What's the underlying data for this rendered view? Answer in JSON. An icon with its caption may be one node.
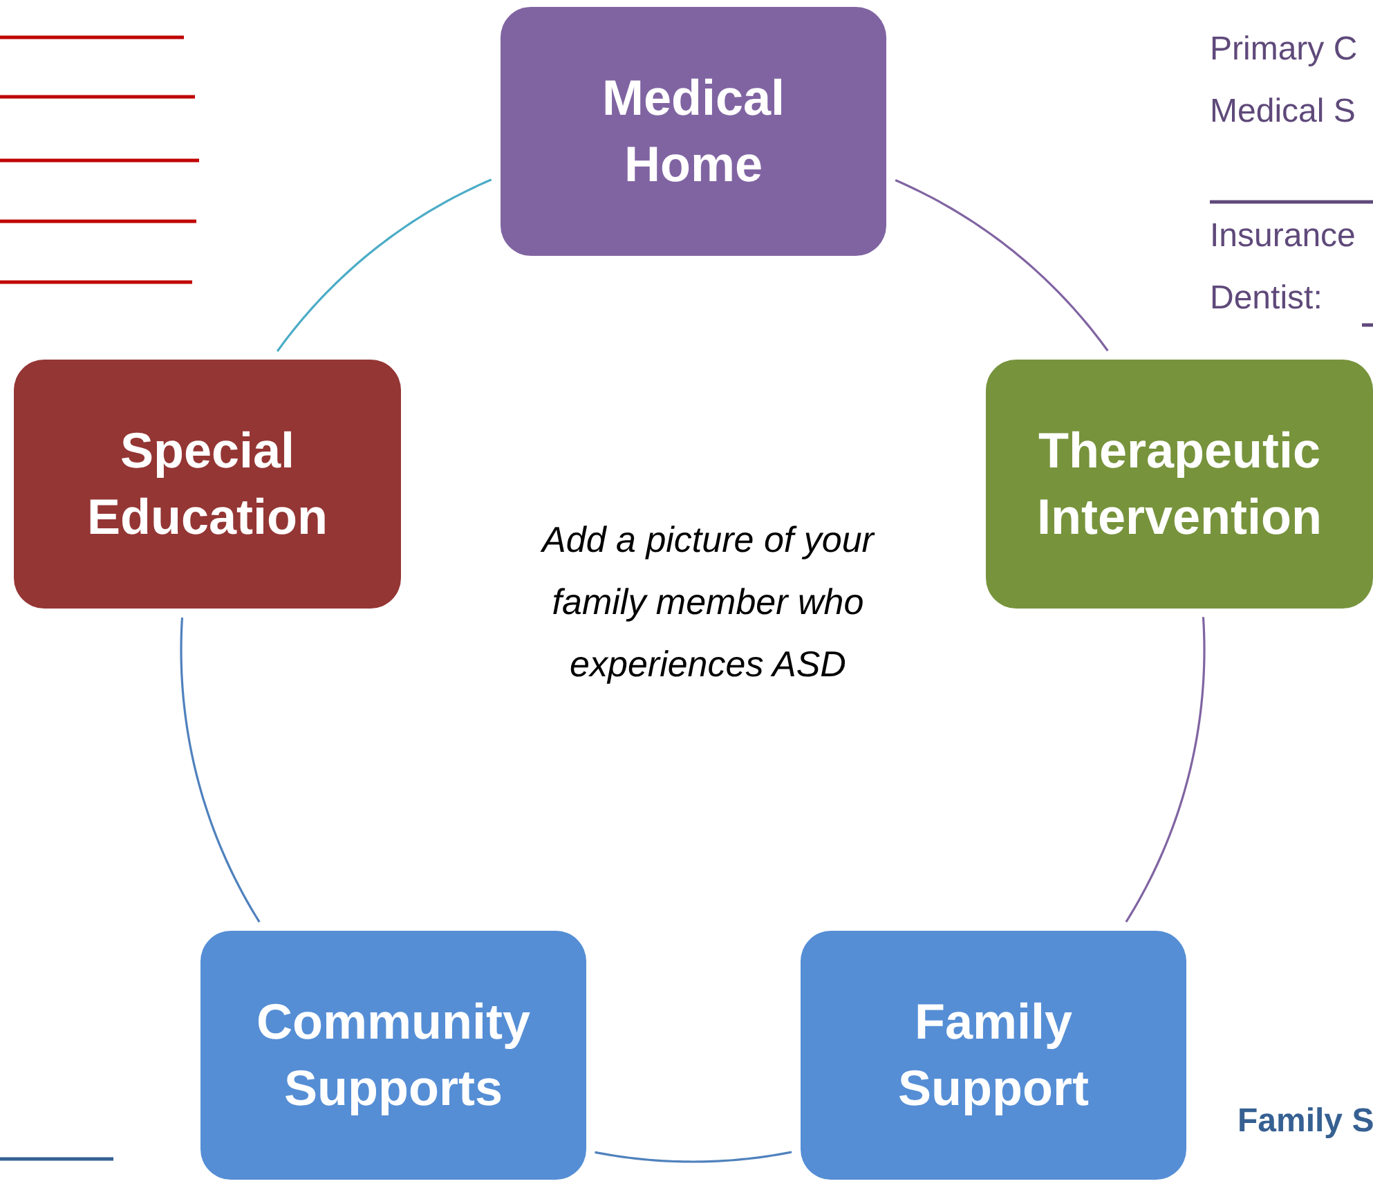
{
  "diagram": {
    "nodes": [
      {
        "text": [
          "Medical Home"
        ]
      },
      {
        "text": [
          "Therapeutic Intervention"
        ]
      },
      {
        "text": [
          "Family Support"
        ]
      },
      {
        "text": [
          "Community Supports"
        ]
      },
      {
        "text": [
          "Special Education"
        ]
      }
    ],
    "edges": [
      {
        "from": 0,
        "to": 1,
        "arrow": "none",
        "color": "#8064a2"
      },
      {
        "from": 1,
        "to": 2,
        "arrow": "none",
        "color": "#8064a2"
      },
      {
        "from": 2,
        "to": 3,
        "arrow": "none",
        "color": "#4f81bd"
      },
      {
        "from": 3,
        "to": 4,
        "arrow": "none",
        "color": "#4f81bd"
      },
      {
        "from": 4,
        "to": 0,
        "arrow": "none",
        "color": "#4bacc6"
      }
    ],
    "labels": [
      "Add a picture of your family member who experiences ASD",
      "Primary C",
      "Medical S",
      "Insurance",
      "Dentist:",
      "Family S"
    ]
  }
}
